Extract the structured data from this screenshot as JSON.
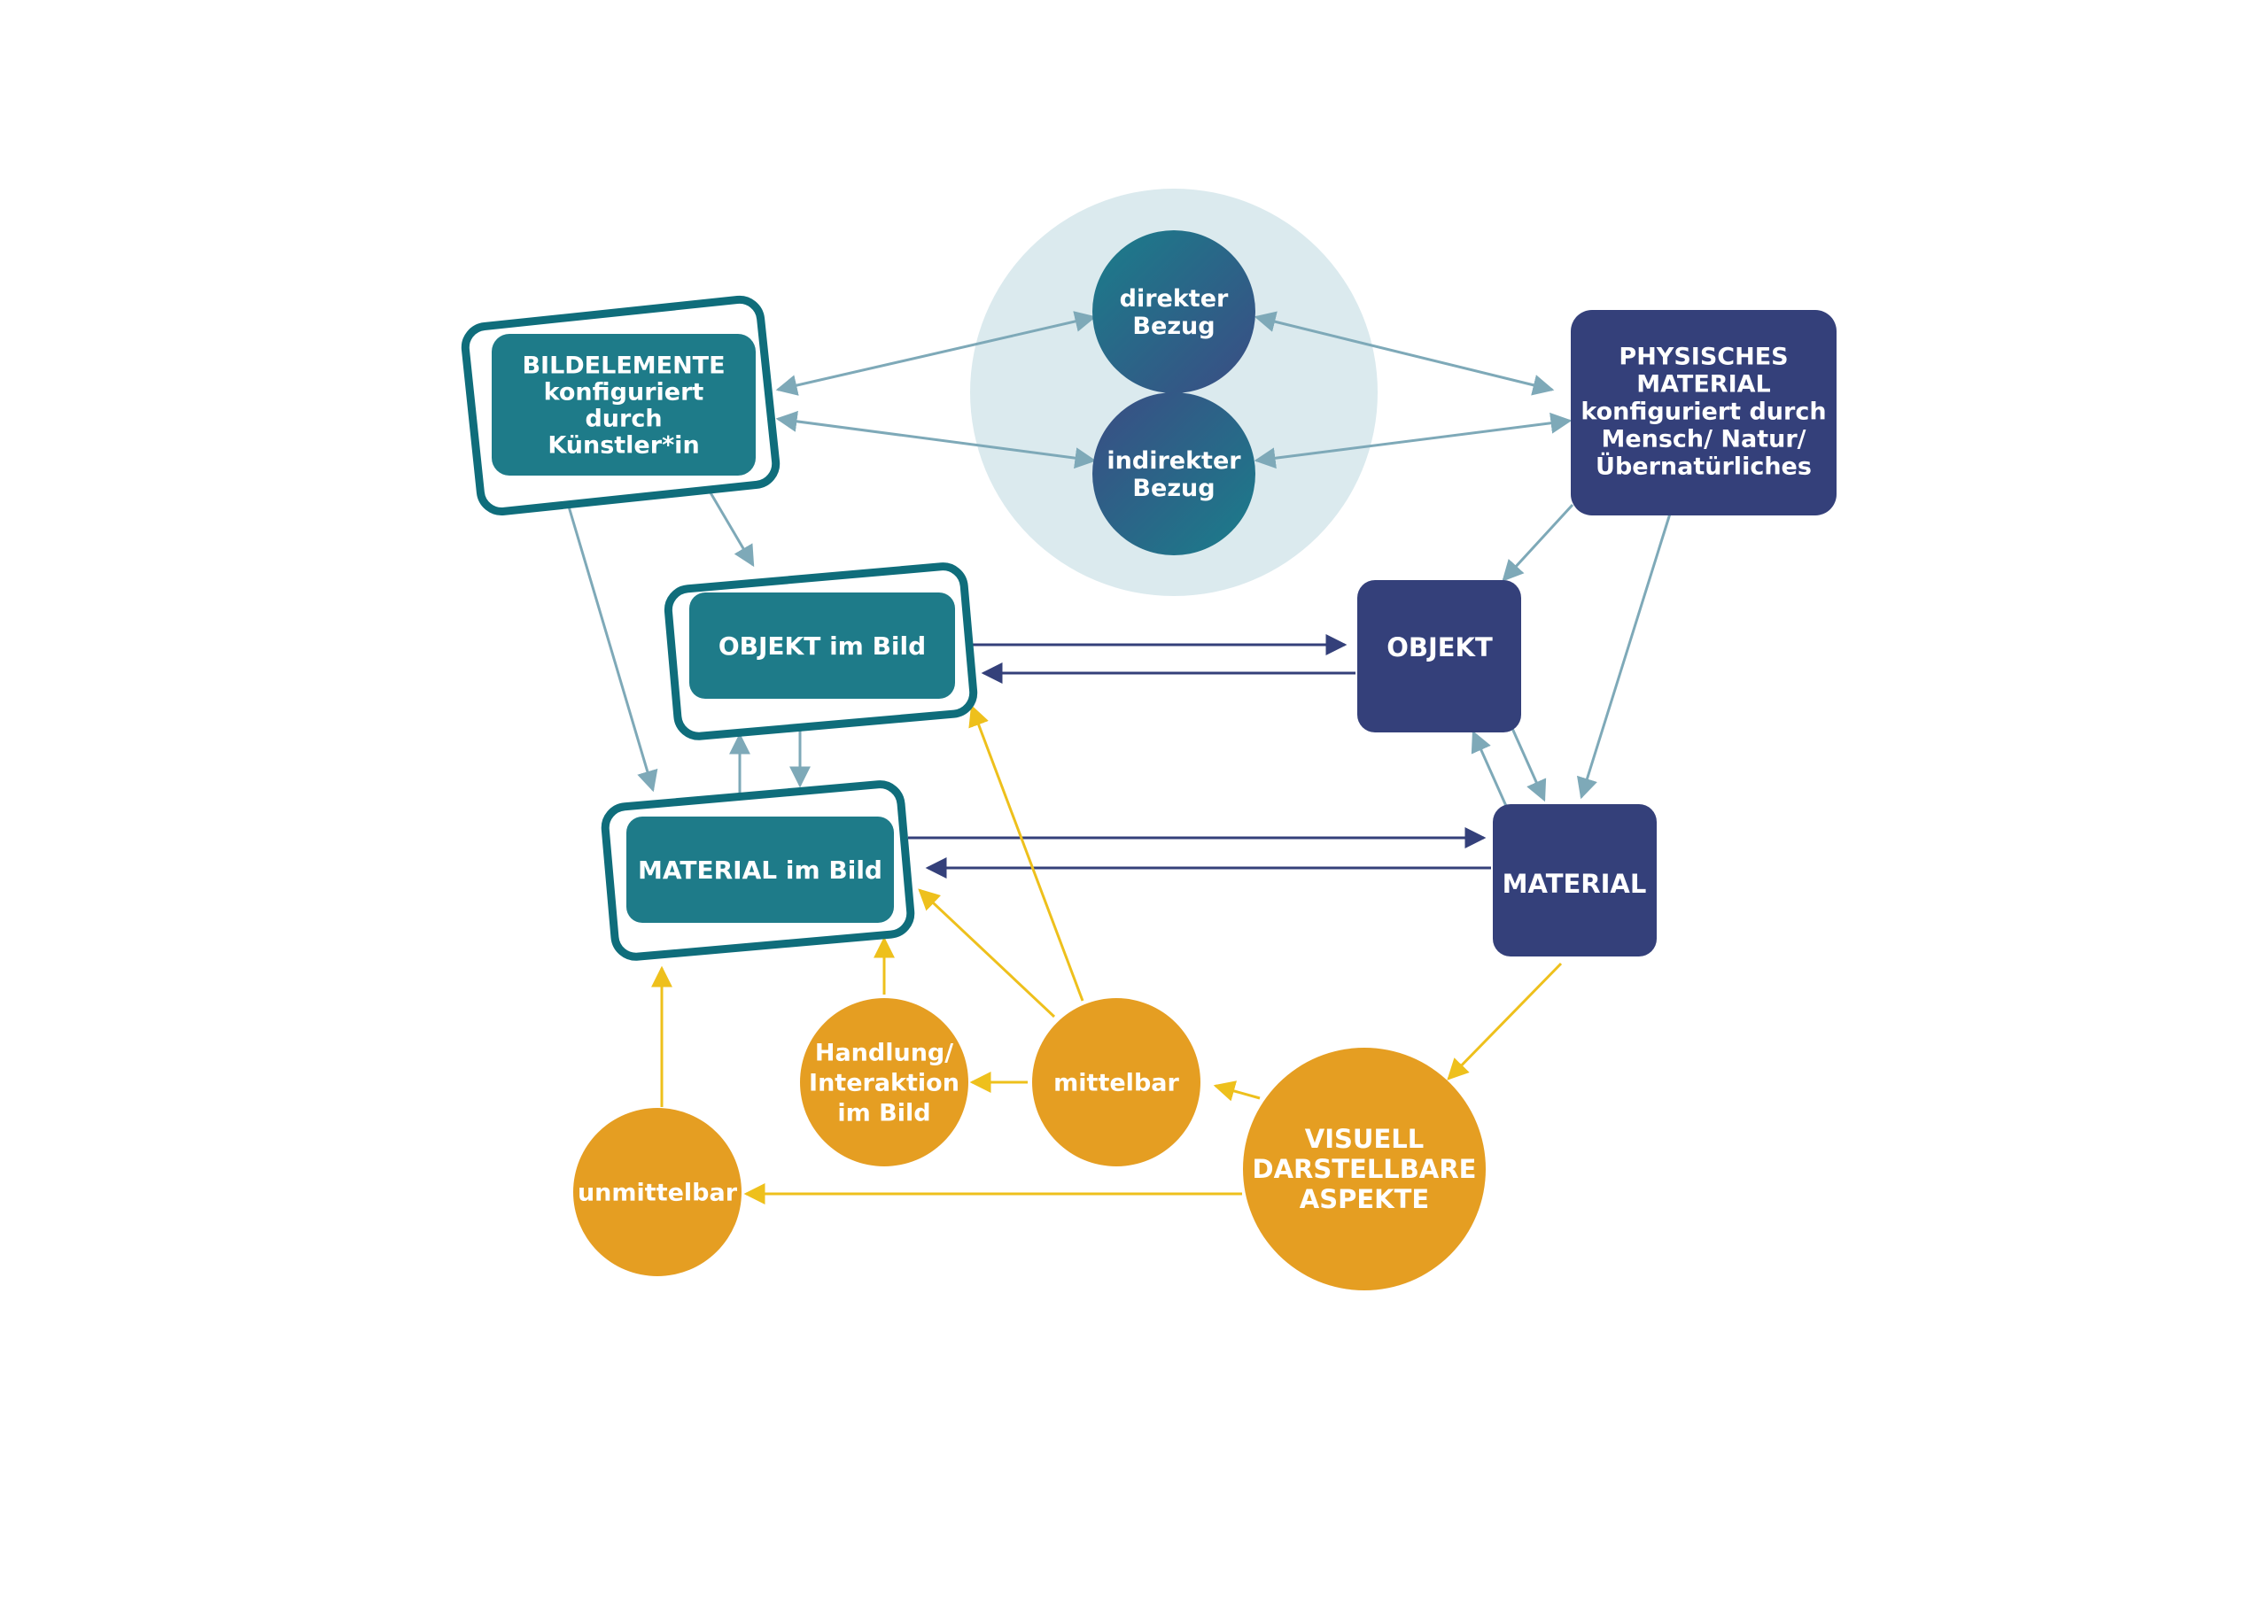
{
  "colors": {
    "teal": "#1e7b89",
    "teal_frame": "#0f6d7b",
    "navy": "#34407a",
    "orange": "#e59e22",
    "arrow_blue": "#7ea9b8",
    "arrow_navy": "#34407a",
    "arrow_yellow": "#eec01c",
    "halo": "#dbeaee"
  },
  "nodes": {
    "direkt": {
      "lines": [
        "direkter",
        "Bezug"
      ]
    },
    "indirekt": {
      "lines": [
        "indirekter",
        "Bezug"
      ]
    },
    "bildelemente": {
      "lines": [
        "BILDELEMENTE",
        "konfiguriert",
        "durch",
        "Künstler*in"
      ]
    },
    "physisch": {
      "lines": [
        "PHYSISCHES",
        "MATERIAL",
        "konfiguriert  durch",
        "Mensch/ Natur/",
        "Übernatürliches"
      ]
    },
    "objekt_bild": {
      "lines": [
        "OBJEKT im Bild"
      ]
    },
    "objekt": {
      "lines": [
        "OBJEKT"
      ]
    },
    "material_bild": {
      "lines": [
        "MATERIAL im Bild"
      ]
    },
    "material": {
      "lines": [
        "MATERIAL"
      ]
    },
    "handlung": {
      "lines": [
        "Handlung/",
        "Interaktion",
        "im Bild"
      ]
    },
    "mittelbar": {
      "lines": [
        "mittelbar"
      ]
    },
    "unmittelbar": {
      "lines": [
        "unmittelbar"
      ]
    },
    "visuell": {
      "lines": [
        "VISUELL",
        "DARSTELLBARE",
        "ASPEKTE"
      ]
    }
  }
}
